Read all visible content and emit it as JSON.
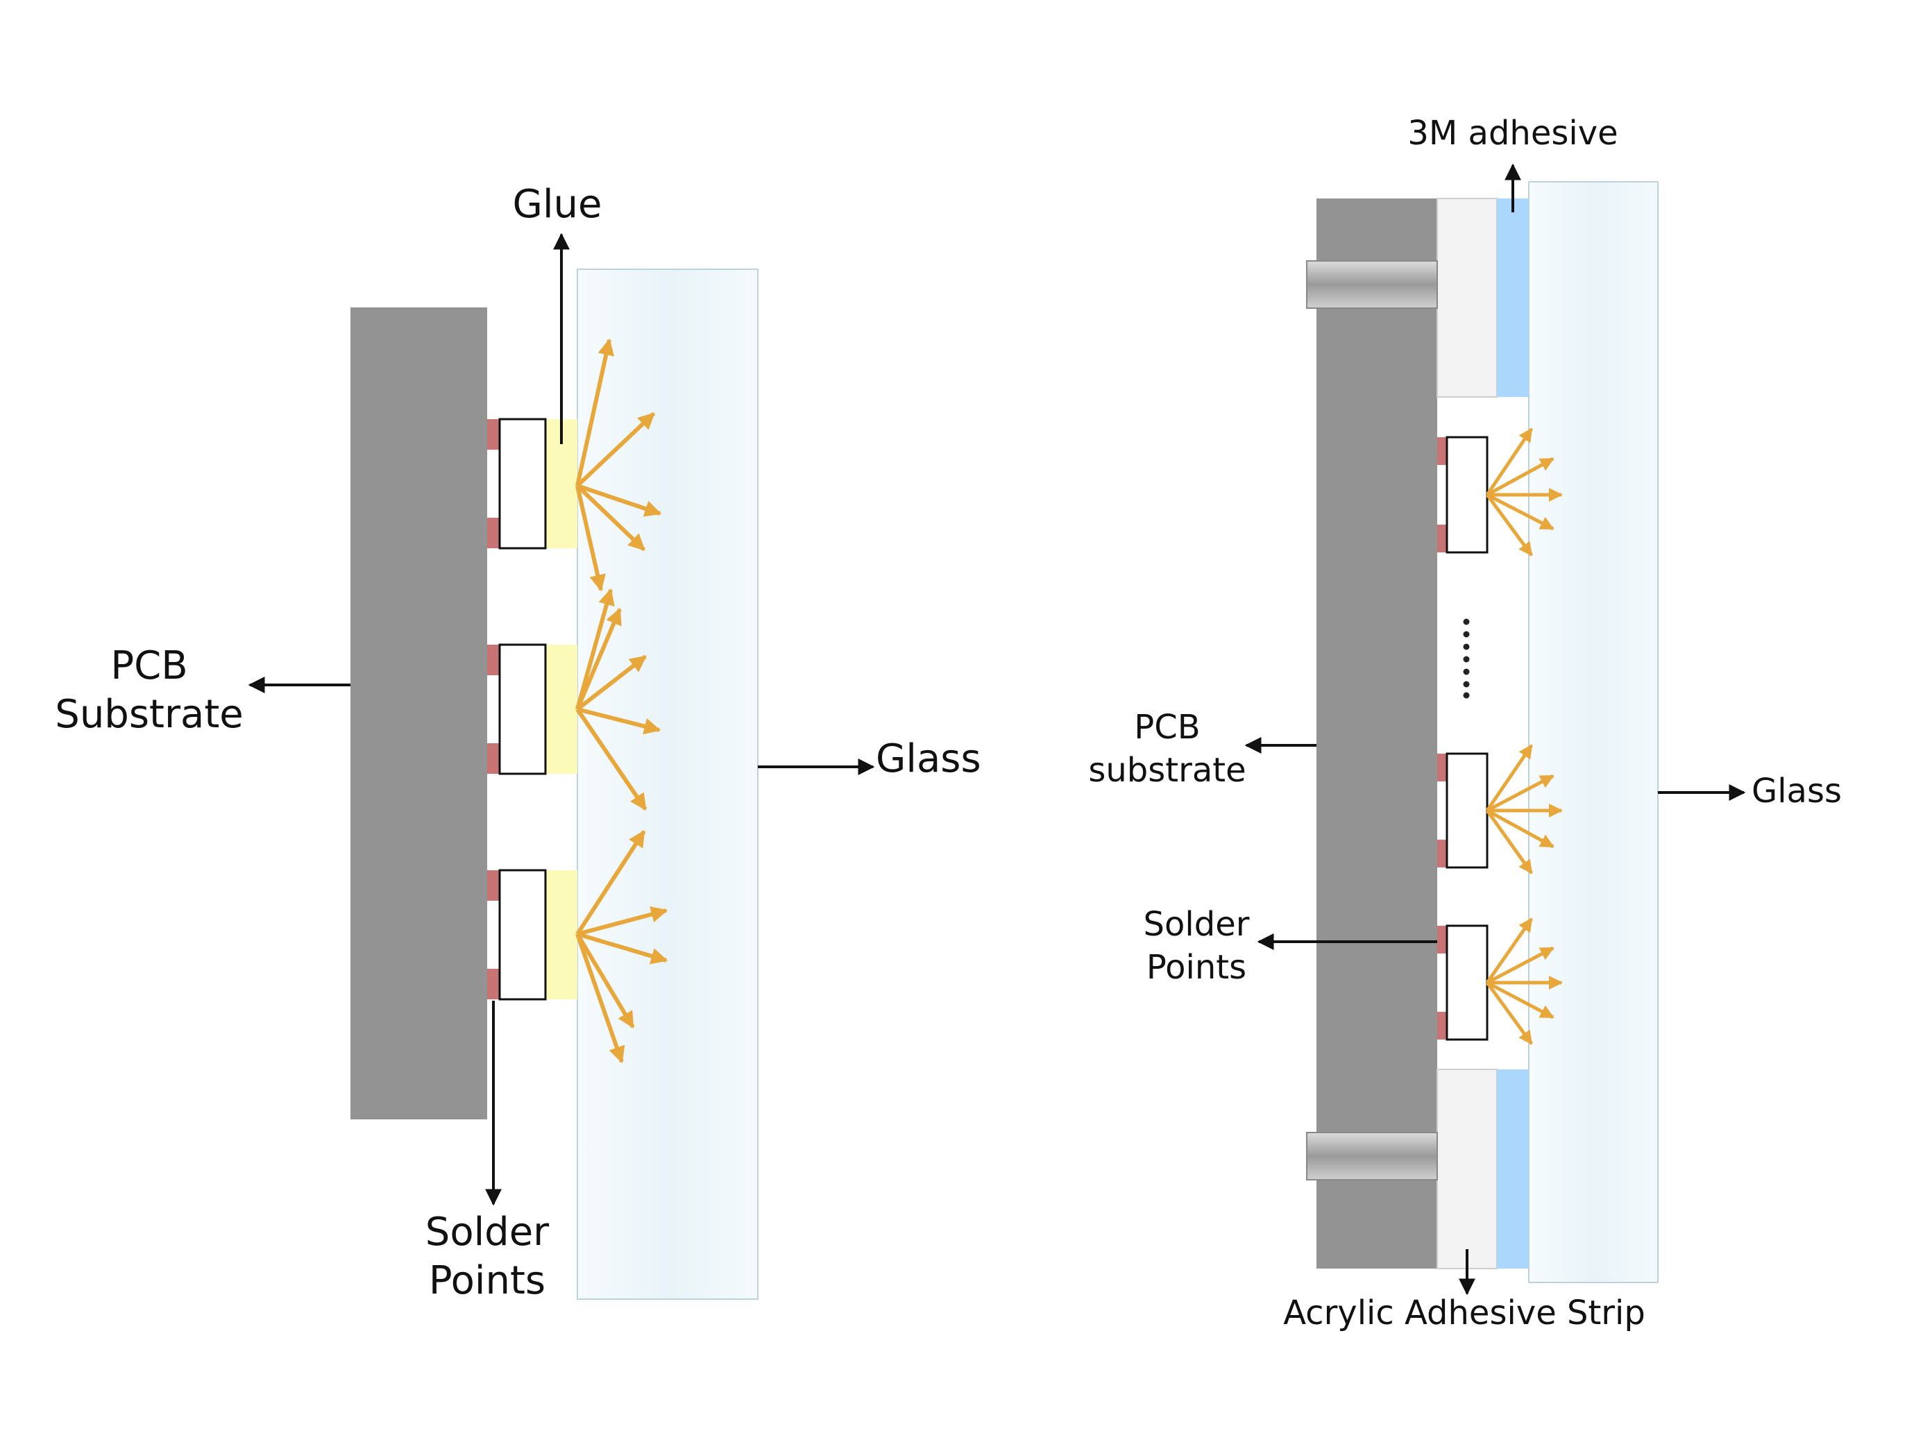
{
  "colors": {
    "pcb": "#939393",
    "solder": "#c87474",
    "glue": "#fbfab8",
    "led_fill": "#ffffff",
    "led_stroke": "#111111",
    "light_rays": "#e8a73a",
    "glass": "#eef7fb",
    "glass_edge": "#bcd3dd",
    "tape_3m": "#aad7fb",
    "acrylic_strip": "#f3f3f3",
    "screw": "#b4b4b4",
    "pointer": "#111111"
  },
  "left_diagram": {
    "glue_label": "Glue",
    "pcb_label_line1": "PCB",
    "pcb_label_line2": "Substrate",
    "glass_label": "Glass",
    "solder_label_line1": "Solder",
    "solder_label_line2": "Points"
  },
  "right_diagram": {
    "adhesive_3m_label": "3M adhesive",
    "pcb_label_line1": "PCB",
    "pcb_label_line2": "substrate",
    "glass_label": "Glass",
    "solder_label_line1": "Solder",
    "solder_label_line2": "Points",
    "acrylic_label": "Acrylic Adhesive Strip"
  },
  "icons": {
    "pointer_arrow": "arrow-icon",
    "light_ray": "light-ray-icon",
    "ellipsis": "vertical-ellipsis-icon"
  }
}
